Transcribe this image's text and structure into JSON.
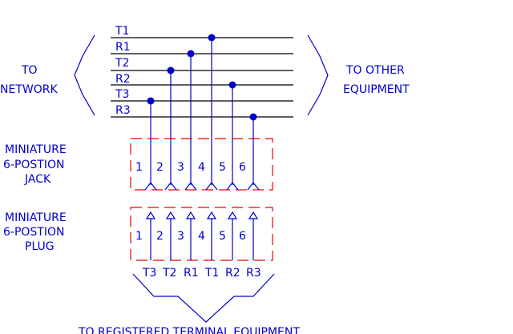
{
  "diagram": {
    "left_label": [
      "TO",
      "NETWORK"
    ],
    "right_label": [
      "TO OTHER",
      "EQUIPMENT"
    ],
    "wires": [
      "T1",
      "R1",
      "T2",
      "R2",
      "T3",
      "R3"
    ],
    "jack_label": [
      "MINIATURE",
      "6-POSTION",
      "JACK"
    ],
    "plug_label": [
      "MINIATURE",
      "6-POSTION",
      "PLUG"
    ],
    "positions": [
      "1",
      "2",
      "3",
      "4",
      "5",
      "6"
    ],
    "bottom_wires": [
      "T3",
      "T2",
      "R1",
      "T1",
      "R2",
      "R3"
    ],
    "bottom_label": "TO REGISTERED TERMINAL EQUIPMENT",
    "colors": {
      "text": "#0000cc",
      "wire": "#000000",
      "housing": "#ee0000"
    }
  }
}
